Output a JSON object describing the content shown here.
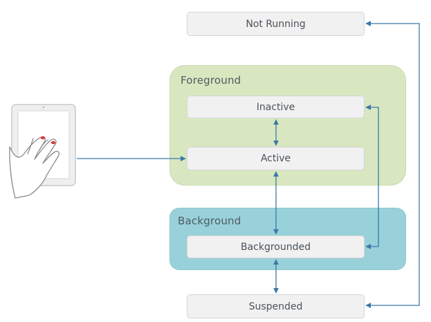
{
  "groups": {
    "foreground": {
      "title": "Foreground",
      "color": "#d8e7c0"
    },
    "background": {
      "title": "Background",
      "color": "#98d1d9"
    }
  },
  "states": {
    "not_running": "Not Running",
    "inactive": "Inactive",
    "active": "Active",
    "backgrounded": "Backgrounded",
    "suspended": "Suspended"
  },
  "colors": {
    "arrow": "#3a78a8",
    "state_fill": "#f1f1f2",
    "touch_point": "#e0353a"
  },
  "illustration": {
    "icon": "tablet-touch-icon"
  }
}
